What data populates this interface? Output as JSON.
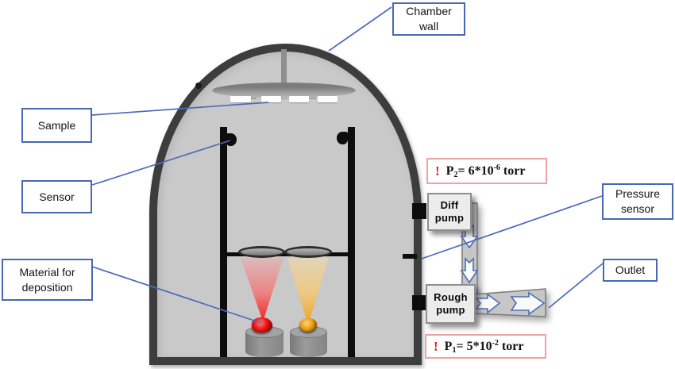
{
  "diagram": {
    "callouts": {
      "chamber_wall": "Chamber wall",
      "sample": "Sample",
      "sensor": "Sensor",
      "material_for_deposition": "Material for deposition",
      "pressure_sensor": "Pressure sensor",
      "outlet": "Outlet"
    },
    "pumps": {
      "diff_pump": "Diff pump",
      "rough_pump": "Rough pump"
    },
    "pressures": {
      "p2": {
        "warning": "!",
        "symbol": "P",
        "subscript": "2",
        "relation": "= 6*10",
        "exponent": "-6",
        "unit": "torr"
      },
      "p1": {
        "warning": "!",
        "symbol": "P",
        "subscript": "1",
        "relation": "= 5*10",
        "exponent": "-2",
        "unit": "torr"
      }
    },
    "colors": {
      "callout_border": "#4867b6",
      "leader_line": "#4a6cba",
      "pressure_box_border": "#f2a2a2",
      "warning_red": "#e01818",
      "chamber_fill": "#c9c9c9",
      "chamber_border": "#3d3d3d",
      "beam_left_red": "#f81919",
      "beam_right_gold": "#f0a316",
      "pipe_fill": "#c6c6c6",
      "flow_arrow_outline": "#4a6fb5"
    }
  }
}
